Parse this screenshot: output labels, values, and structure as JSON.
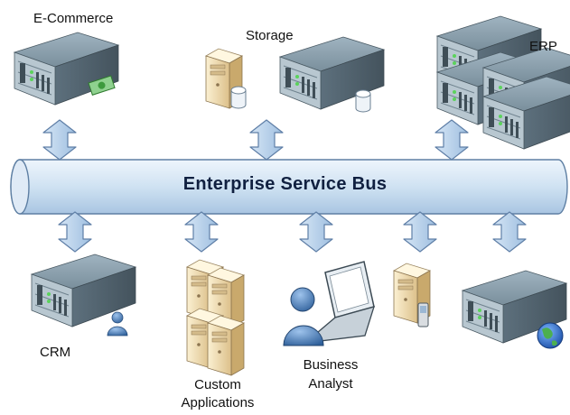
{
  "bus": {
    "title": "Enterprise Service Bus"
  },
  "systems": {
    "ecommerce": "E-Commerce",
    "storage": "Storage",
    "erp": "ERP",
    "crm": "CRM",
    "custom_apps_line1": "Custom",
    "custom_apps_line2": "Applications",
    "business_analyst_line1": "Business",
    "business_analyst_line2": "Analyst"
  },
  "colors": {
    "bus_fill": "#cfe2f2",
    "bus_stroke": "#5e7fa3",
    "arrow_fill": "#b9d1ea",
    "arrow_stroke": "#5f7fa7",
    "server_body": "#6b7f8c",
    "server_front": "#a6b6c0",
    "tower": "#f0ddb0"
  },
  "icons": {
    "ecommerce": "server-money-icon",
    "storage": [
      "tower-database-icon",
      "server-database-icon"
    ],
    "erp": "server-cluster-icon",
    "crm": "server-user-icon",
    "custom_apps": "tower-stack-icon",
    "business_analyst": "user-laptop-icon",
    "mobile": "tower-phone-icon",
    "web": "server-globe-icon"
  }
}
